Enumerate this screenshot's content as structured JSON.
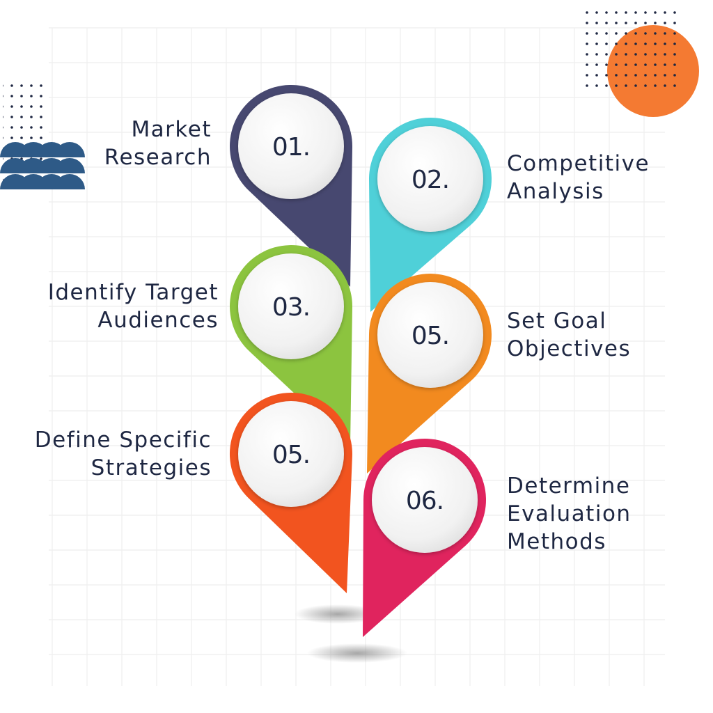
{
  "colors": {
    "step1": "#474870",
    "step2": "#4fd0d8",
    "step3": "#8cc43f",
    "step4": "#f28a1f",
    "step5": "#f2541f",
    "step6": "#e0245e",
    "accent_orange": "#f47a32",
    "accent_navy": "#2e5a87"
  },
  "steps": [
    {
      "number": "01.",
      "line1": "Market",
      "line2": "Research",
      "line3": ""
    },
    {
      "number": "02.",
      "line1": "Competitive",
      "line2": "Analysis",
      "line3": ""
    },
    {
      "number": "03.",
      "line1": "Identify Target",
      "line2": "Audiences",
      "line3": ""
    },
    {
      "number": "05.",
      "line1": "Set Goal",
      "line2": "Objectives",
      "line3": ""
    },
    {
      "number": "05.",
      "line1": "Define Specific",
      "line2": "Strategies",
      "line3": ""
    },
    {
      "number": "06.",
      "line1": "Determine",
      "line2": "Evaluation",
      "line3": "Methods"
    }
  ]
}
